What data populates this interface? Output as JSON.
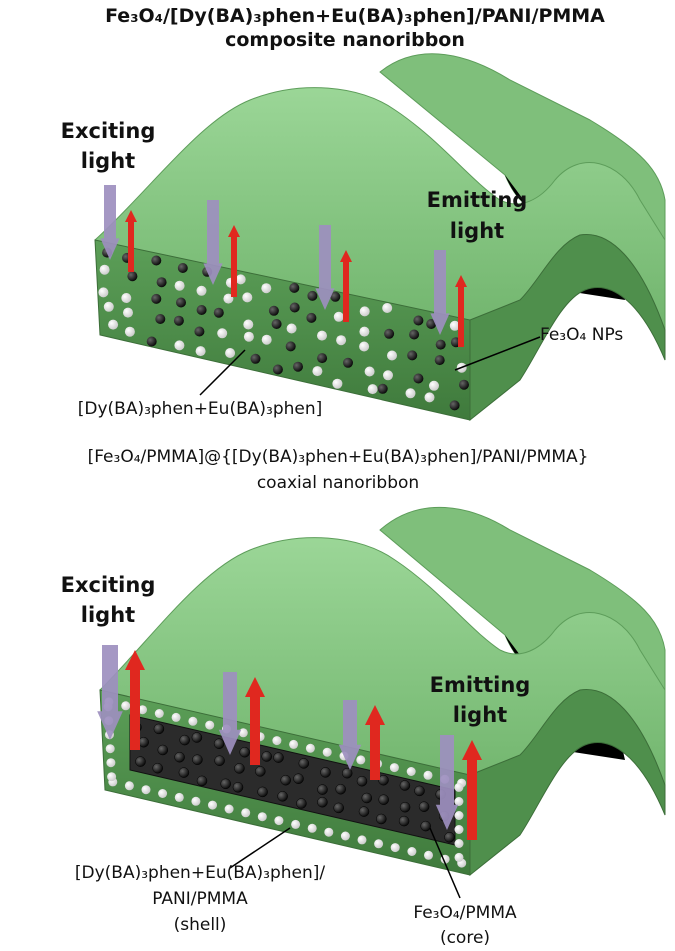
{
  "top_panel": {
    "title_line1": "Fe₃O₄/[Dy(BA)₃phen+Eu(BA)₃phen]/PANI/PMMA",
    "title_line2": "composite nanoribbon",
    "exciting_line1": "Exciting",
    "exciting_line2": "light",
    "emitting_line1": "Emitting",
    "emitting_line2": "light",
    "label_np": "Fe₃O₄ NPs",
    "label_complex": "[Dy(BA)₃phen+Eu(BA)₃phen]"
  },
  "bottom_panel": {
    "title_line1": "[Fe₃O₄/PMMA]@{[Dy(BA)₃phen+Eu(BA)₃phen]/PANI/PMMA}",
    "title_line2": "coaxial nanoribbon",
    "exciting_line1": "Exciting",
    "exciting_line2": "light",
    "emitting_line1": "Emitting",
    "emitting_line2": "light",
    "shell_line1": "[Dy(BA)₃phen+Eu(BA)₃phen]/",
    "shell_line2": "PANI/PMMA",
    "shell_line3": "(shell)",
    "core_line1": "Fe₃O₄/PMMA",
    "core_line2": "(core)"
  },
  "colors": {
    "ribbon_top": "#8cc98a",
    "ribbon_side": "#4f8f4c",
    "ribbon_dark": "#000000",
    "core": "#2b2b2b",
    "arrow_excite": "#9d8fbf",
    "arrow_emit": "#e0281f",
    "particle_light": "#f4f4f4",
    "particle_dark": "#111111"
  }
}
